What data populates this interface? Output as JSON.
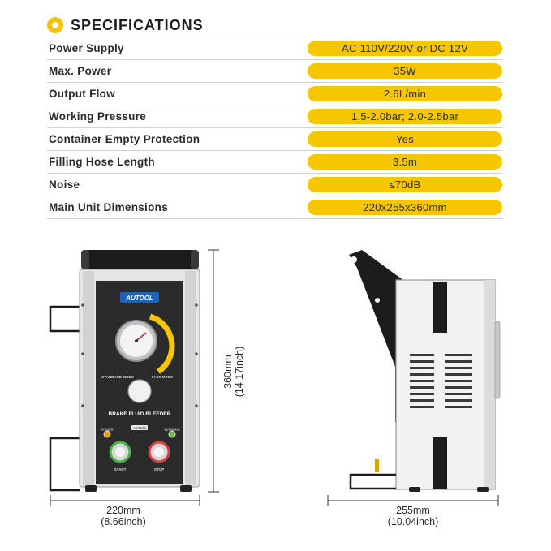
{
  "header": {
    "title": "SPECIFICATIONS"
  },
  "specs": [
    {
      "label": "Power Supply",
      "value": "AC 110V/220V or DC 12V"
    },
    {
      "label": "Max. Power",
      "value": "35W"
    },
    {
      "label": "Output Flow",
      "value": "2.6L/min"
    },
    {
      "label": "Working Pressure",
      "value": "1.5-2.0bar; 2.0-2.5bar"
    },
    {
      "label": "Container Empty Protection",
      "value": "Yes"
    },
    {
      "label": "Filling Hose Length",
      "value": "3.5m"
    },
    {
      "label": "Noise",
      "value": "≤70dB"
    },
    {
      "label": "Main Unit Dimensions",
      "value": "220x255x360mm"
    }
  ],
  "dimensions": {
    "width_mm": "220mm",
    "width_in": "(8.66inch)",
    "depth_mm": "255mm",
    "depth_in": "(10.04inch)",
    "height_mm": "360mm",
    "height_in": "(14.17inch)"
  },
  "product": {
    "brand": "AUTOOL",
    "name": "BRAKE FLUID BLEEDER",
    "model": "AST101",
    "standard_mode": "STANDARD MODE",
    "fast_mode": "FAST MODE",
    "power": "POWER",
    "working": "WORKING",
    "start": "START",
    "stop": "STOP"
  },
  "colors": {
    "accent": "#f6c600",
    "panel": "#2b2b2b",
    "body": "#e9e9e9",
    "line": "#cfcfcf"
  }
}
